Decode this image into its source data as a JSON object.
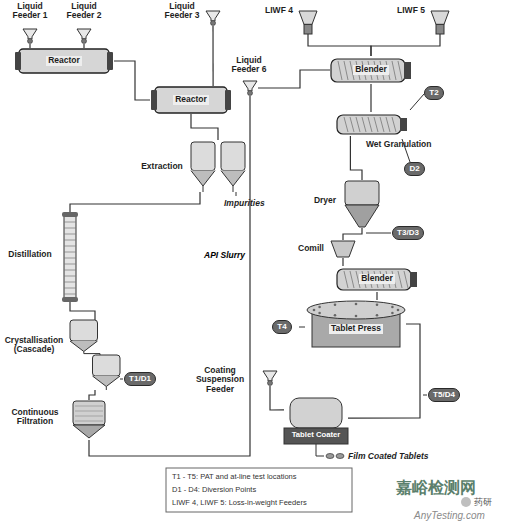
{
  "diagram": {
    "nodes": [
      {
        "text": [
          "Liquid Feeder 1"
        ]
      },
      {
        "text": [
          "Liquid Feeder 2"
        ]
      },
      {
        "text": [
          "Liquid Feeder 3"
        ]
      },
      {
        "text": [
          "Reactor"
        ]
      },
      {
        "text": [
          "Reactor"
        ]
      },
      {
        "text": [
          "Extraction"
        ]
      },
      {
        "text": [
          "Distillation"
        ]
      },
      {
        "text": [
          "Crystallisation (Cascade)"
        ]
      },
      {
        "text": [
          "Continuous Filtration"
        ]
      },
      {
        "text": [
          "T1/D1"
        ]
      },
      {
        "text": [
          "LIWF 4"
        ]
      },
      {
        "text": [
          "LIWF 5"
        ]
      },
      {
        "text": [
          "Liquid Feeder 6"
        ]
      },
      {
        "text": [
          "Blender"
        ]
      },
      {
        "text": [
          "T2"
        ]
      },
      {
        "text": [
          "Wet Granulation"
        ]
      },
      {
        "text": [
          "D2"
        ]
      },
      {
        "text": [
          "Dryer"
        ]
      },
      {
        "text": [
          "T3/D3"
        ]
      },
      {
        "text": [
          "Comill"
        ]
      },
      {
        "text": [
          "Blender"
        ]
      },
      {
        "text": [
          "T4"
        ]
      },
      {
        "text": [
          "Tablet Press"
        ]
      },
      {
        "text": [
          "Coating Suspension Feeder"
        ]
      },
      {
        "text": [
          "T5/D4"
        ]
      },
      {
        "text": [
          "Tablet Coater"
        ]
      }
    ],
    "edges": [
      {
        "from": 0,
        "to": 3,
        "arrow": "none"
      },
      {
        "from": 1,
        "to": 3,
        "arrow": "none"
      },
      {
        "from": 2,
        "to": 4,
        "arrow": "none"
      },
      {
        "from": 3,
        "to": 4,
        "arrow": "none"
      },
      {
        "from": 4,
        "to": 5,
        "arrow": "none"
      },
      {
        "from": 5,
        "to": 6,
        "arrow": "none"
      },
      {
        "from": 6,
        "to": 7,
        "arrow": "none"
      },
      {
        "from": 7,
        "to": 8,
        "arrow": "none"
      },
      {
        "from": 8,
        "to": 12,
        "label": "API Slurry",
        "arrow": "none"
      },
      {
        "from": 12,
        "to": 13,
        "arrow": "none"
      },
      {
        "from": 10,
        "to": 13,
        "arrow": "none"
      },
      {
        "from": 11,
        "to": 13,
        "arrow": "none"
      },
      {
        "from": 13,
        "to": 15,
        "arrow": "none"
      },
      {
        "from": 15,
        "to": 17,
        "arrow": "none"
      },
      {
        "from": 17,
        "to": 19,
        "arrow": "none"
      },
      {
        "from": 19,
        "to": 20,
        "arrow": "none"
      },
      {
        "from": 20,
        "to": 22,
        "arrow": "none"
      },
      {
        "from": 22,
        "to": 25,
        "arrow": "none"
      },
      {
        "from": 23,
        "to": 25,
        "arrow": "none"
      }
    ],
    "labels": [
      "Impurities",
      "Film Coated Tablets",
      "嘉峪检测网",
      "AnyTesting.com",
      "药研"
    ],
    "legend": [
      {
        "text": "T1 - T5: PAT and at-line test locations"
      },
      {
        "text": "D1 - D4: Diversion Points"
      },
      {
        "text": "LIWF 4, LIWF 5: Loss-in-weight Feeders"
      }
    ]
  }
}
